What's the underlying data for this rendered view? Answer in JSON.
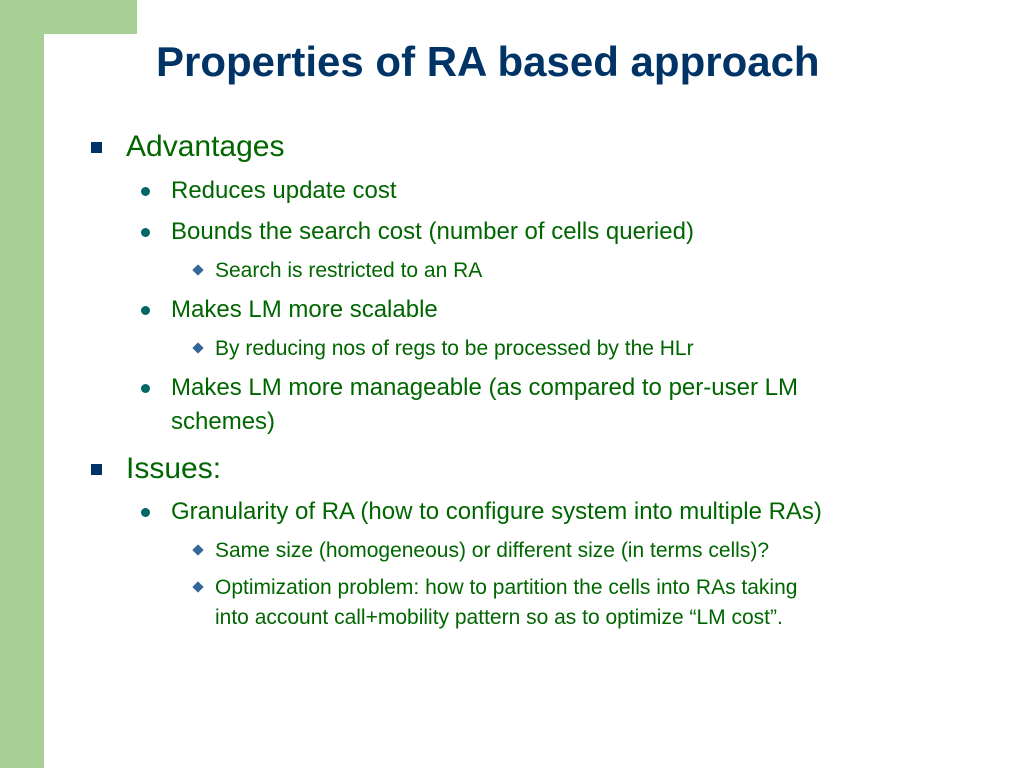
{
  "slide": {
    "title": "Properties of RA based approach",
    "bullets": [
      {
        "level": 1,
        "text": "Advantages"
      },
      {
        "level": 2,
        "text": "Reduces update cost"
      },
      {
        "level": 2,
        "text": "Bounds the search cost (number of cells queried)"
      },
      {
        "level": 3,
        "text": "Search is restricted to an RA"
      },
      {
        "level": 2,
        "text": "Makes LM more scalable"
      },
      {
        "level": 3,
        "text": "By reducing nos of regs to be processed by the HLr"
      },
      {
        "level": 2,
        "text": "Makes LM more manageable (as compared to per-user LM"
      },
      {
        "level": 2,
        "text": "schemes)",
        "continuation": true
      },
      {
        "level": 1,
        "text": "Issues:"
      },
      {
        "level": 2,
        "text": "Granularity of RA (how to configure system into multiple RAs)"
      },
      {
        "level": 3,
        "text": "Same size (homogeneous) or different size (in terms cells)?"
      },
      {
        "level": 3,
        "text": "Optimization problem: how to partition the cells into RAs taking"
      },
      {
        "level": 3,
        "text": "into account call+mobility pattern so as to optimize “LM cost”.",
        "continuation": true
      }
    ]
  },
  "colors": {
    "title": "#003366",
    "body_text": "#006600",
    "accent_bar": "#a8cf96"
  }
}
